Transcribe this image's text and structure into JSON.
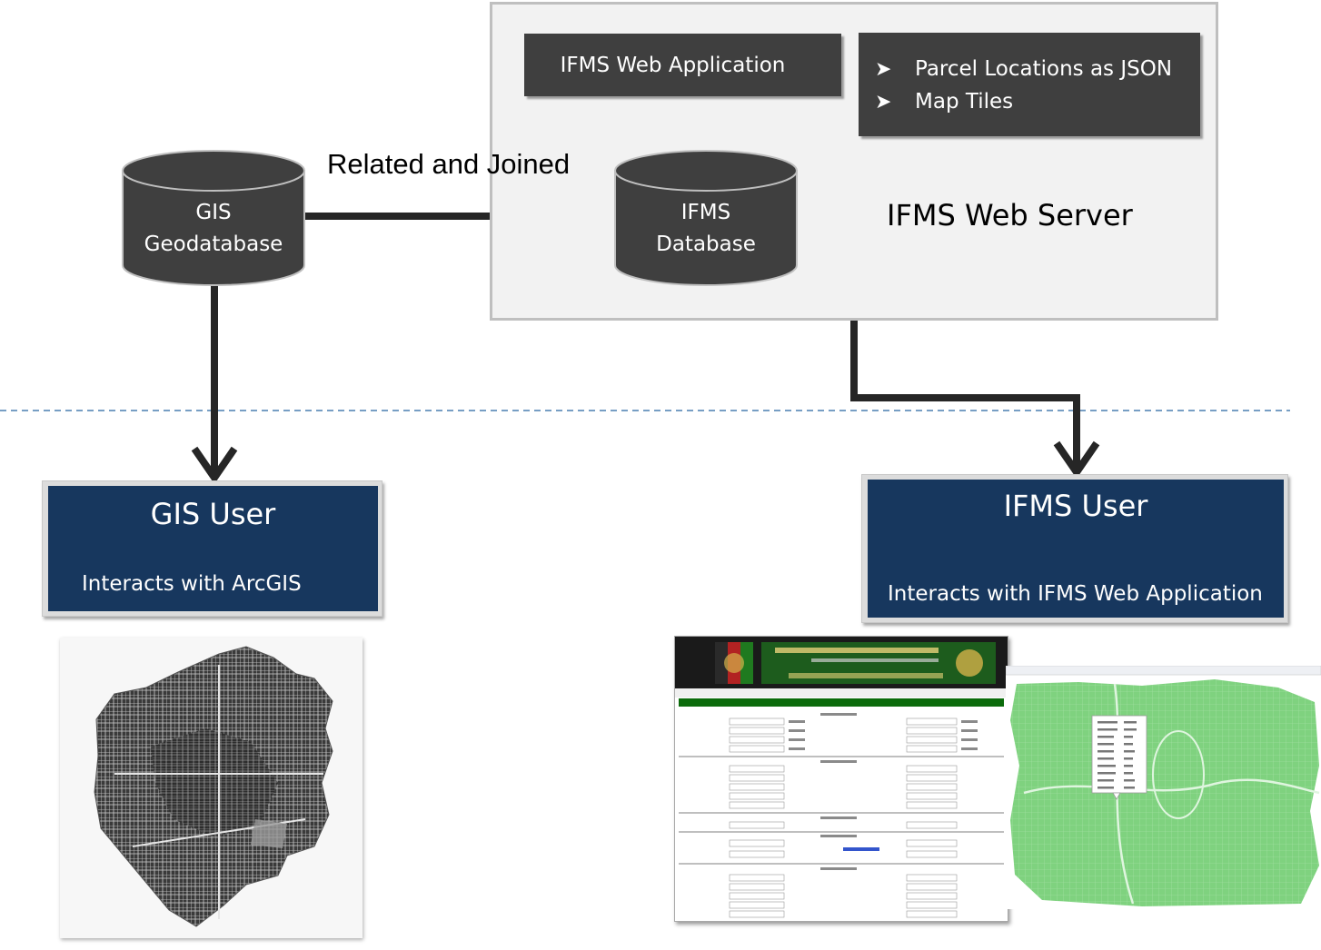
{
  "server": {
    "web_app_label": "IFMS Web Application",
    "services": [
      "Parcel Locations as JSON",
      "Map Tiles"
    ],
    "server_label": "IFMS Web Server"
  },
  "databases": {
    "gis": [
      "GIS",
      "Geodatabase"
    ],
    "ifms": [
      "IFMS",
      "Database"
    ],
    "relation_label": "Related and Joined"
  },
  "users": {
    "gis": {
      "title": "GIS User",
      "subtitle": "Interacts with ArcGIS"
    },
    "ifms": {
      "title": "IFMS User",
      "subtitle": "Interacts with IFMS Web Application"
    }
  },
  "colors": {
    "dark_box": "#3f3f3f",
    "user_box": "#17375e",
    "server_bg": "#f2f2f2",
    "divider": "#4a7fb0",
    "map_green": "#7fd27f"
  },
  "bullet_icon": "arrow-bullet-icon"
}
